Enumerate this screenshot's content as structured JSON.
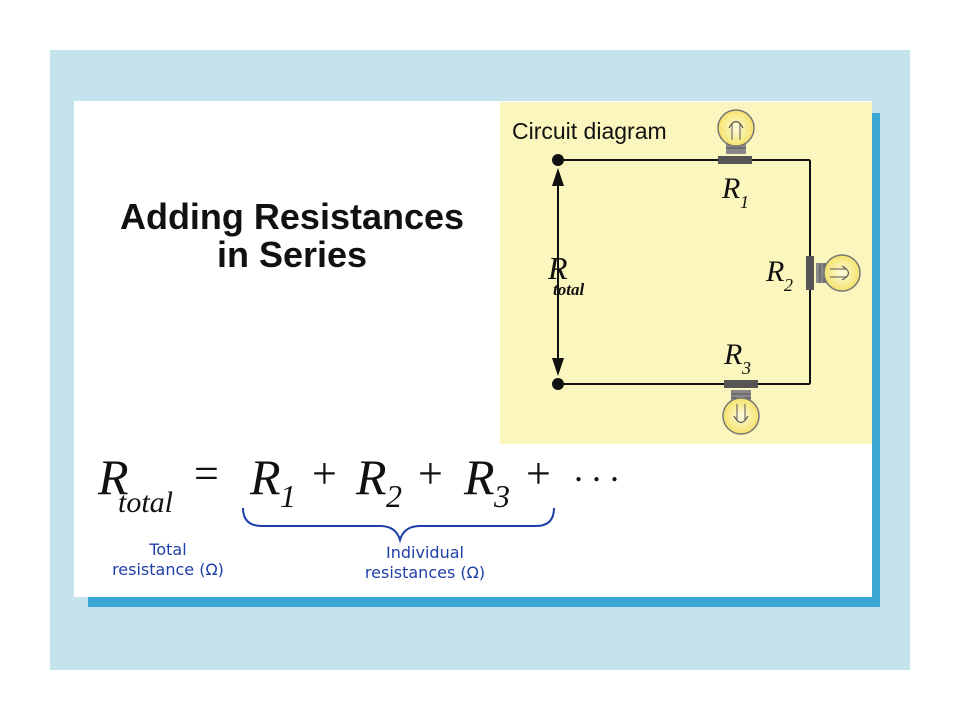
{
  "title": {
    "line1": "Adding Resistances",
    "line2": "in Series"
  },
  "circuit": {
    "label": "Circuit diagram",
    "r_total": {
      "symbol": "R",
      "subscript": "total"
    },
    "r1": {
      "symbol": "R",
      "subscript": "1"
    },
    "r2": {
      "symbol": "R",
      "subscript": "2"
    },
    "r3": {
      "symbol": "R",
      "subscript": "3"
    }
  },
  "equation": {
    "lhs_symbol": "R",
    "lhs_subscript": "total",
    "equals": "=",
    "t1_symbol": "R",
    "t1_subscript": "1",
    "plus1": "+",
    "t2_symbol": "R",
    "t2_subscript": "2",
    "plus2": "+",
    "t3_symbol": "R",
    "t3_subscript": "3",
    "plus3": "+",
    "ellipsis": ". . .",
    "total_caption_line1": "Total",
    "total_caption_line2": "resistance (Ω)",
    "individual_caption_line1": "Individual",
    "individual_caption_line2": "resistances (Ω)"
  },
  "colors": {
    "background_outer": "#c5e3ec",
    "card_shadow": "#3aa7d5",
    "diagram_panel": "#fbf6bd",
    "caption_blue": "#1f3fa8",
    "bulb_glow": "#f4e36a"
  }
}
